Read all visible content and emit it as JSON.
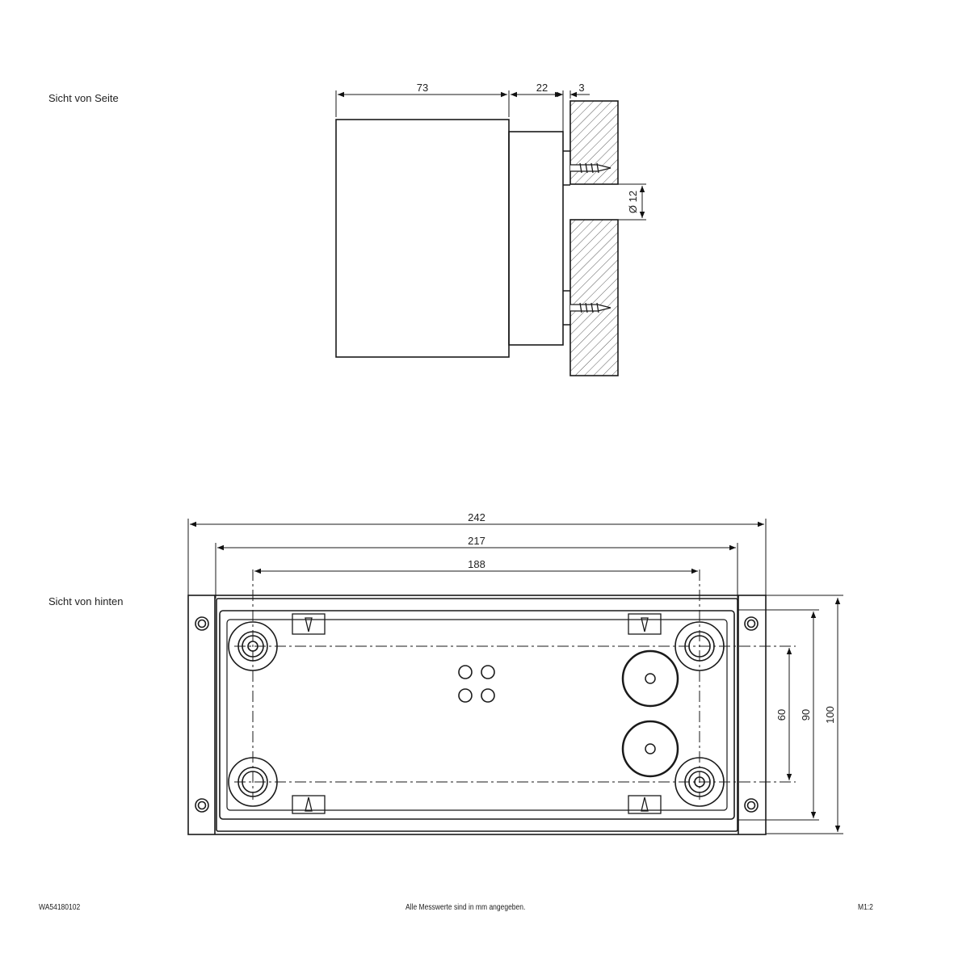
{
  "views": {
    "side_label": "Sicht von Seite",
    "back_label": "Sicht von hinten"
  },
  "side_dims": {
    "depth_front": "73",
    "depth_rear": "22",
    "plate": "3",
    "hole_dia": "Ø 12"
  },
  "back_dims": {
    "width_total": "242",
    "width_inner": "217",
    "hole_spacing_h": "188",
    "hole_spacing_v": "60",
    "height_inner": "90",
    "height_total": "100"
  },
  "footer": {
    "article": "WA54180102",
    "note": "Alle Messwerte sind in mm angegeben.",
    "scale": "M1:2"
  },
  "colors": {
    "line": "#1a1a1a",
    "background": "#ffffff"
  }
}
